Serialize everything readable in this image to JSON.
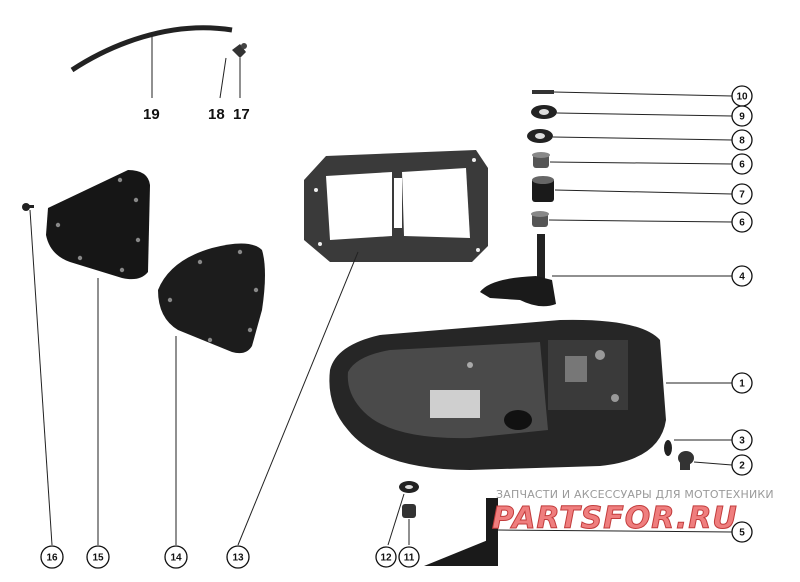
{
  "labels": {
    "n1": "1",
    "n2": "2",
    "n3": "3",
    "n4": "4",
    "n5": "5",
    "n6a": "6",
    "n6b": "6",
    "n7": "7",
    "n8": "8",
    "n9": "9",
    "n10": "10",
    "n11": "11",
    "n12": "12",
    "n13": "13",
    "n14": "14",
    "n15": "15",
    "n16": "16",
    "n17": "17",
    "n18": "18",
    "n19": "19"
  },
  "watermark": {
    "top": "ЗАПЧАСТИ И АКСЕССУАРЫ ДЛЯ МОТОТЕХНИКИ",
    "logo": "PARTSFOR.RU"
  },
  "colors": {
    "ink": "#111111",
    "watermark_red": "#ef7e7e"
  }
}
